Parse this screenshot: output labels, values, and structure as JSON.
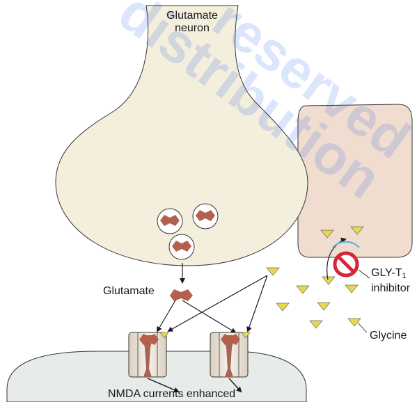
{
  "labels": {
    "neuron_line1": "Glutamate",
    "neuron_line2": "neuron",
    "glutamate": "Glutamate",
    "inhibitor_main": "GLY-T",
    "inhibitor_sub": "1",
    "inhibitor_line2": "inhibitor",
    "glycine": "Glycine",
    "nmda": "NMDA currents enhanced"
  },
  "watermark": {
    "line1": "reserved",
    "line2": "distribution",
    "color": "#1f5fe6"
  },
  "colors": {
    "neuron_fill": "#f4eedd",
    "glial_fill": "#f1ddcf",
    "postsynaptic_fill": "#e8ece8",
    "glycine_fill": "#ead84c",
    "glutamate_fill": "#b5604d",
    "receptor_fill": "#f1e8dd",
    "inhibit_red": "#d5253a",
    "transport_blue": "#58b6df"
  },
  "icons": {
    "inhibitor": "no-entry-icon",
    "glutamate": "glutamate-molecule-icon",
    "glycine": "glycine-molecule-icon"
  }
}
